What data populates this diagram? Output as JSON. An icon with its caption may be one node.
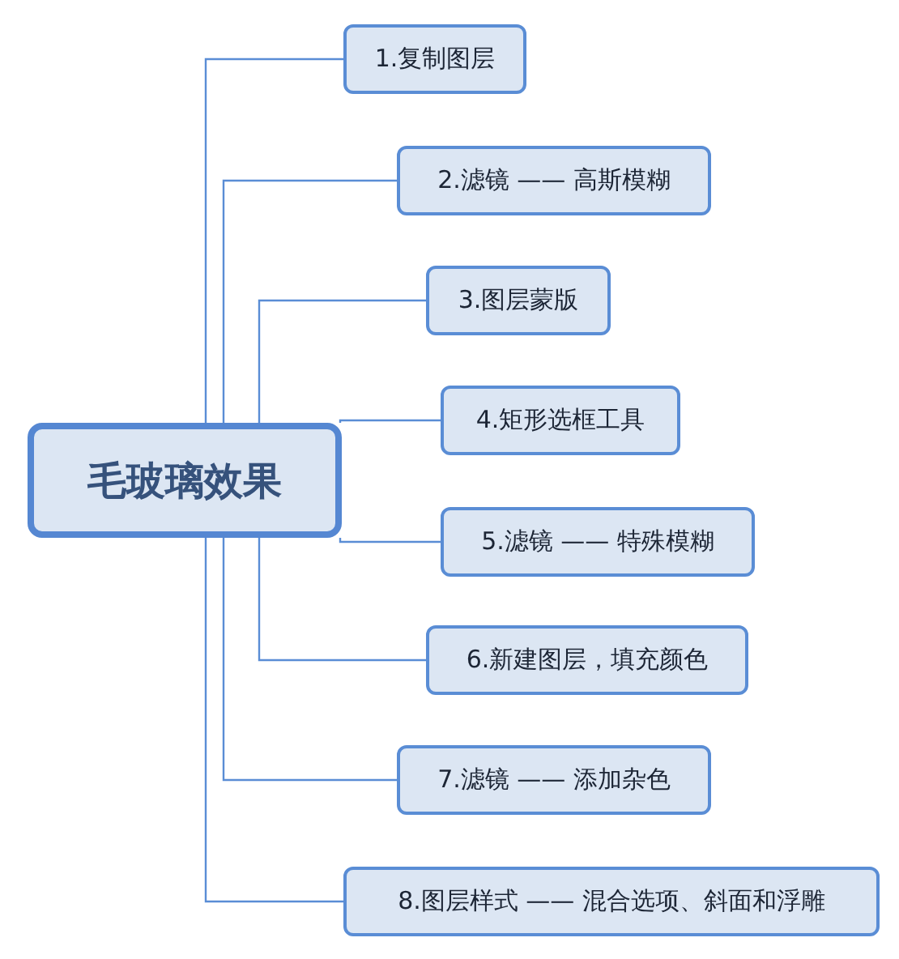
{
  "diagram": {
    "nodes": [
      {
        "text": [
          "毛玻璃效果"
        ]
      },
      {
        "text": [
          "1.复制图层"
        ]
      },
      {
        "text": [
          "2.滤镜 —— 高斯模糊"
        ]
      },
      {
        "text": [
          "3.图层蒙版"
        ]
      },
      {
        "text": [
          "4.矩形选框工具"
        ]
      },
      {
        "text": [
          "5.滤镜 —— 特殊模糊"
        ]
      },
      {
        "text": [
          "6.新建图层，填充颜色"
        ]
      },
      {
        "text": [
          "7.滤镜 —— 添加杂色"
        ]
      },
      {
        "text": [
          "8.图层样式 —— 混合选项、斜面和浮雕"
        ]
      }
    ],
    "edges": [
      {
        "from": 0,
        "to": 1,
        "arrow": "none"
      },
      {
        "from": 0,
        "to": 2,
        "arrow": "none"
      },
      {
        "from": 0,
        "to": 3,
        "arrow": "none"
      },
      {
        "from": 0,
        "to": 4,
        "arrow": "none"
      },
      {
        "from": 0,
        "to": 5,
        "arrow": "none"
      },
      {
        "from": 0,
        "to": 6,
        "arrow": "none"
      },
      {
        "from": 0,
        "to": 7,
        "arrow": "none"
      },
      {
        "from": 0,
        "to": 8,
        "arrow": "none"
      }
    ]
  }
}
